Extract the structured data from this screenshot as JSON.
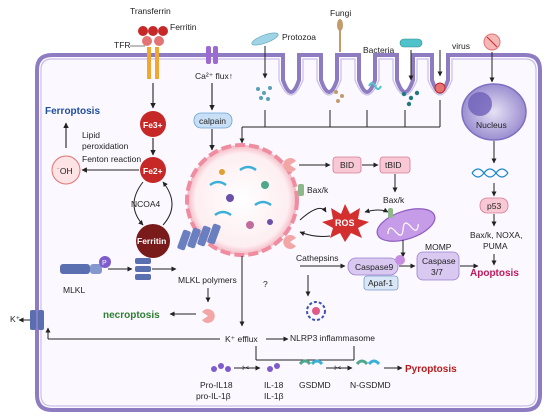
{
  "labels": {
    "transferrin": "Transferrin",
    "ferritin_top": "Ferritin",
    "tfr": "TFR",
    "ca_flux": "Ca²⁺ flux↑",
    "calpain": "calpain",
    "protozoa": "Protozoa",
    "fungi": "Fungi",
    "bacteria": "Bacteria",
    "virus": "virus",
    "nucleus": "Nucleus",
    "ferroptosis": "Ferroptosis",
    "lipid_peroxidation_1": "Lipid",
    "lipid_peroxidation_2": "peroxidation",
    "fe3": "Fe3+",
    "fenton": "Fenton reaction",
    "oh": "˙OH",
    "fe2": "Fe2+",
    "ncoa4": "NCOA4",
    "ferritin_mid": "Ferritin",
    "bid": "BID",
    "tbid": "tBID",
    "baxk_left": "Bax/k",
    "baxk_right": "Bax/k",
    "ros": "ROS",
    "momp": "MOMP",
    "p53": "p53",
    "apoptosis_genes_1": "Bax/k, NOXA,",
    "apoptosis_genes_2": "PUMA",
    "apoptosis": "Apoptosis",
    "mlkl": "MLKL",
    "phospho": "P",
    "mlkl_polymers": "MLKL polymers",
    "necroptosis": "necroptosis",
    "cathepsins": "Cathepsins",
    "caspase9": "Caspase9",
    "apaf1": "Apaf-1",
    "caspase37_1": "Caspase",
    "caspase37_2": "3/7",
    "question": "?",
    "k_ion": "K⁺",
    "k_efflux": "K⁺ efflux",
    "nlrp3": "NLRP3 inflammasome",
    "pro_il18": "Pro-IL18",
    "pro_il1b": "pro-IL-1β",
    "il18": "IL-18",
    "il1b": "IL-1β",
    "gsdmd": "GSDMD",
    "ngsdmd": "N-GSDMD",
    "pyroptosis": "Pyroptosis"
  },
  "colors": {
    "membrane": "#8e7cc3",
    "iron_red": "#c62828",
    "ferritin_dark": "#7a1b1b",
    "ferroptosis_blue": "#1f4e9c",
    "apoptosis_red": "#c2185b",
    "necroptosis_green": "#2e7d32",
    "pyroptosis_red": "#b71c1c",
    "box_pink": "#f8c8d4",
    "caspase_lavender": "#d9c8f0",
    "ros_red": "#d32f2f"
  }
}
